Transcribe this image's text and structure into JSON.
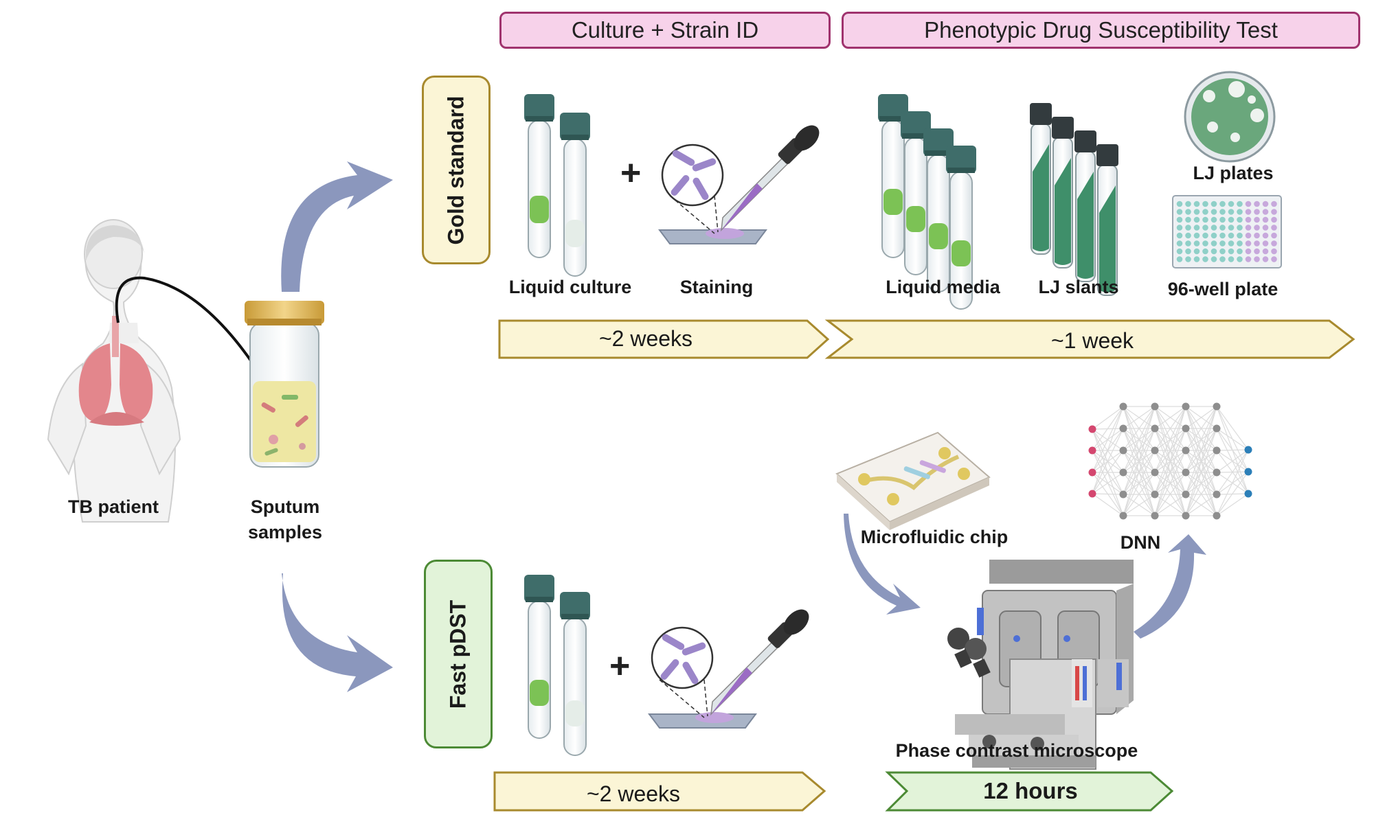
{
  "headers": {
    "culture": "Culture + Strain ID",
    "pdst": "Phenotypic Drug Susceptibility Test"
  },
  "rows": {
    "gold": "Gold standard",
    "fast": "Fast pDST"
  },
  "labels": {
    "patient": "TB patient",
    "sputum_line1": "Sputum",
    "sputum_line2": "samples",
    "liquid_culture": "Liquid culture",
    "staining": "Staining",
    "liquid_media": "Liquid media",
    "lj_slants": "LJ slants",
    "lj_plates": "LJ plates",
    "well_plate": "96-well plate",
    "chip": "Microfluidic chip",
    "dnn": "DNN",
    "microscope": "Phase contrast microscope",
    "plus": "+"
  },
  "timelines": {
    "gold_culture": "~2 weeks",
    "gold_pdst": "~1 week",
    "fast_culture": "~2 weeks",
    "fast_pdst": "12 hours"
  },
  "colors": {
    "header_fill": "#f7d2ea",
    "header_border": "#a0336e",
    "gold_fill": "#fbf5d6",
    "gold_border": "#a88a2e",
    "fast_fill": "#e2f3d9",
    "fast_border": "#4c8a35",
    "flow_arrow": "#8b97bd",
    "tube_cap": "#3f6d6a",
    "green_liquid": "#7cc255",
    "stain_purple": "#9b6cc4"
  }
}
